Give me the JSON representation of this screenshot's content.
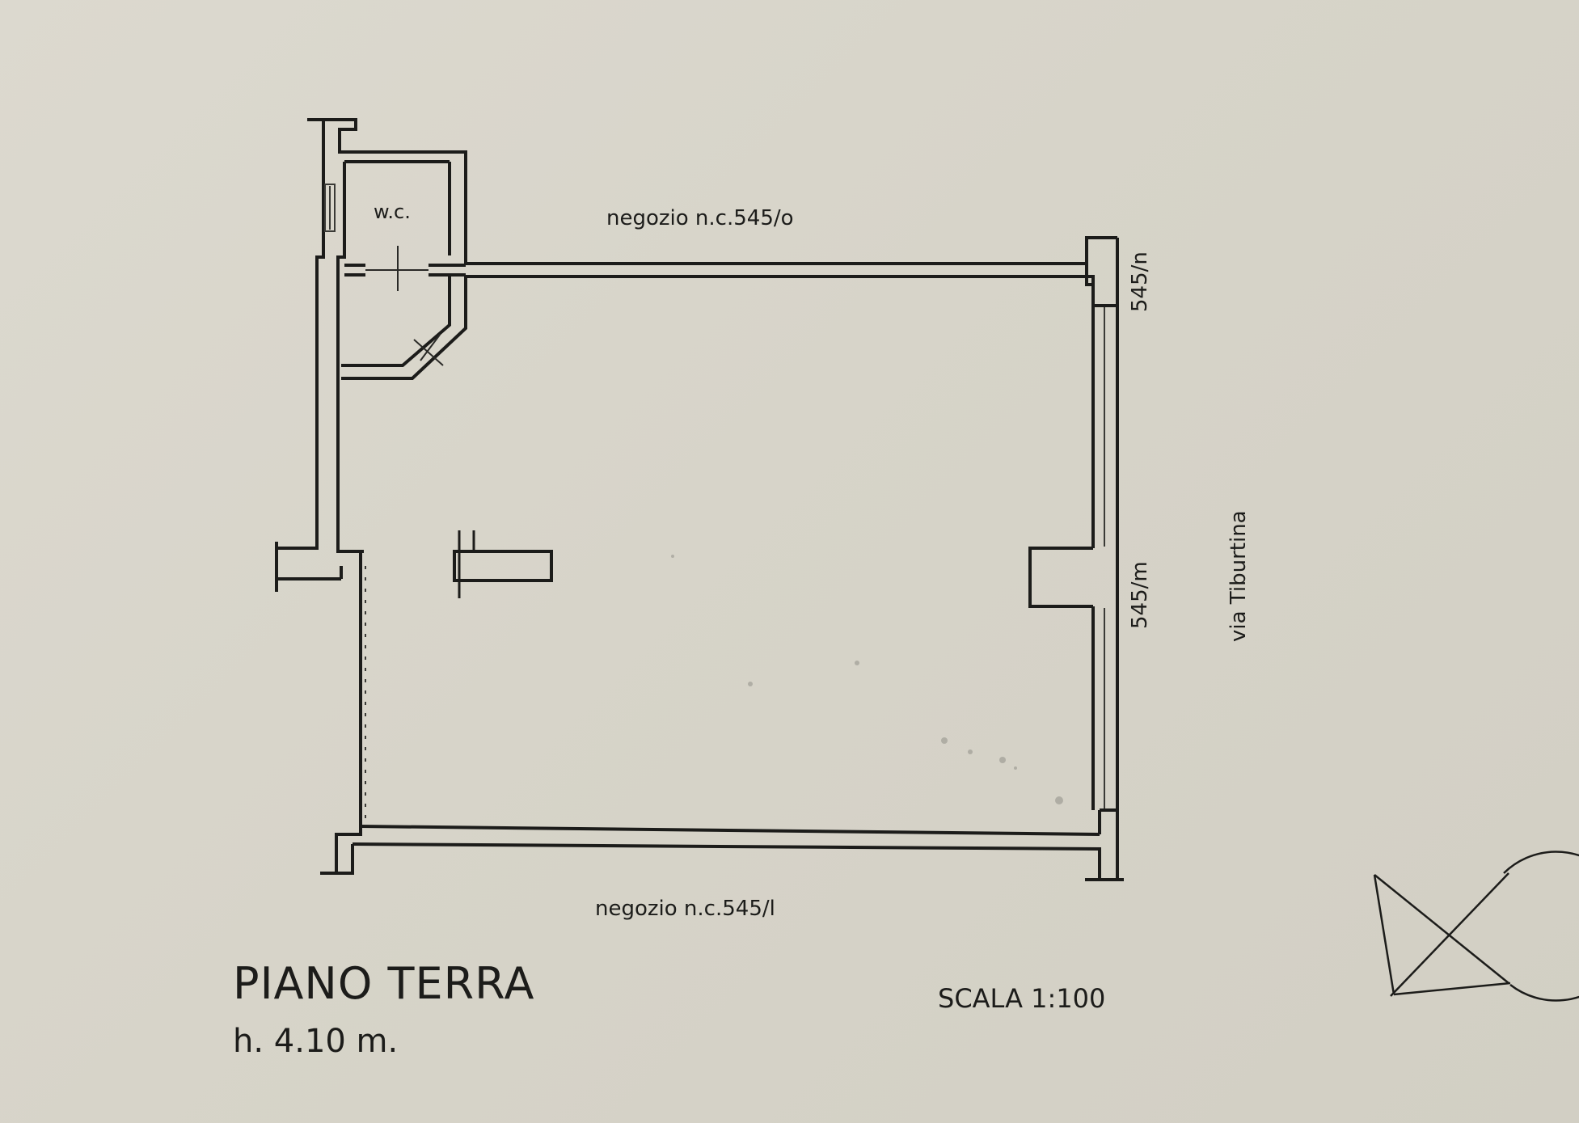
{
  "plan": {
    "wc_label": "w.c.",
    "neighbor_top": "negozio n.c.545/o",
    "neighbor_bottom": "negozio n.c.545/l",
    "civic_upper": "545/n",
    "civic_lower": "545/m",
    "street": "via Tiburtina"
  },
  "title_block": {
    "title": "PIANO TERRA",
    "height": "h. 4.10 m.",
    "scale": "SCALA 1:100"
  },
  "icons": {
    "north_arrow": "north-arrow-icon"
  },
  "colors": {
    "paper": "#d9d6cb",
    "ink": "#1c1c1a"
  }
}
